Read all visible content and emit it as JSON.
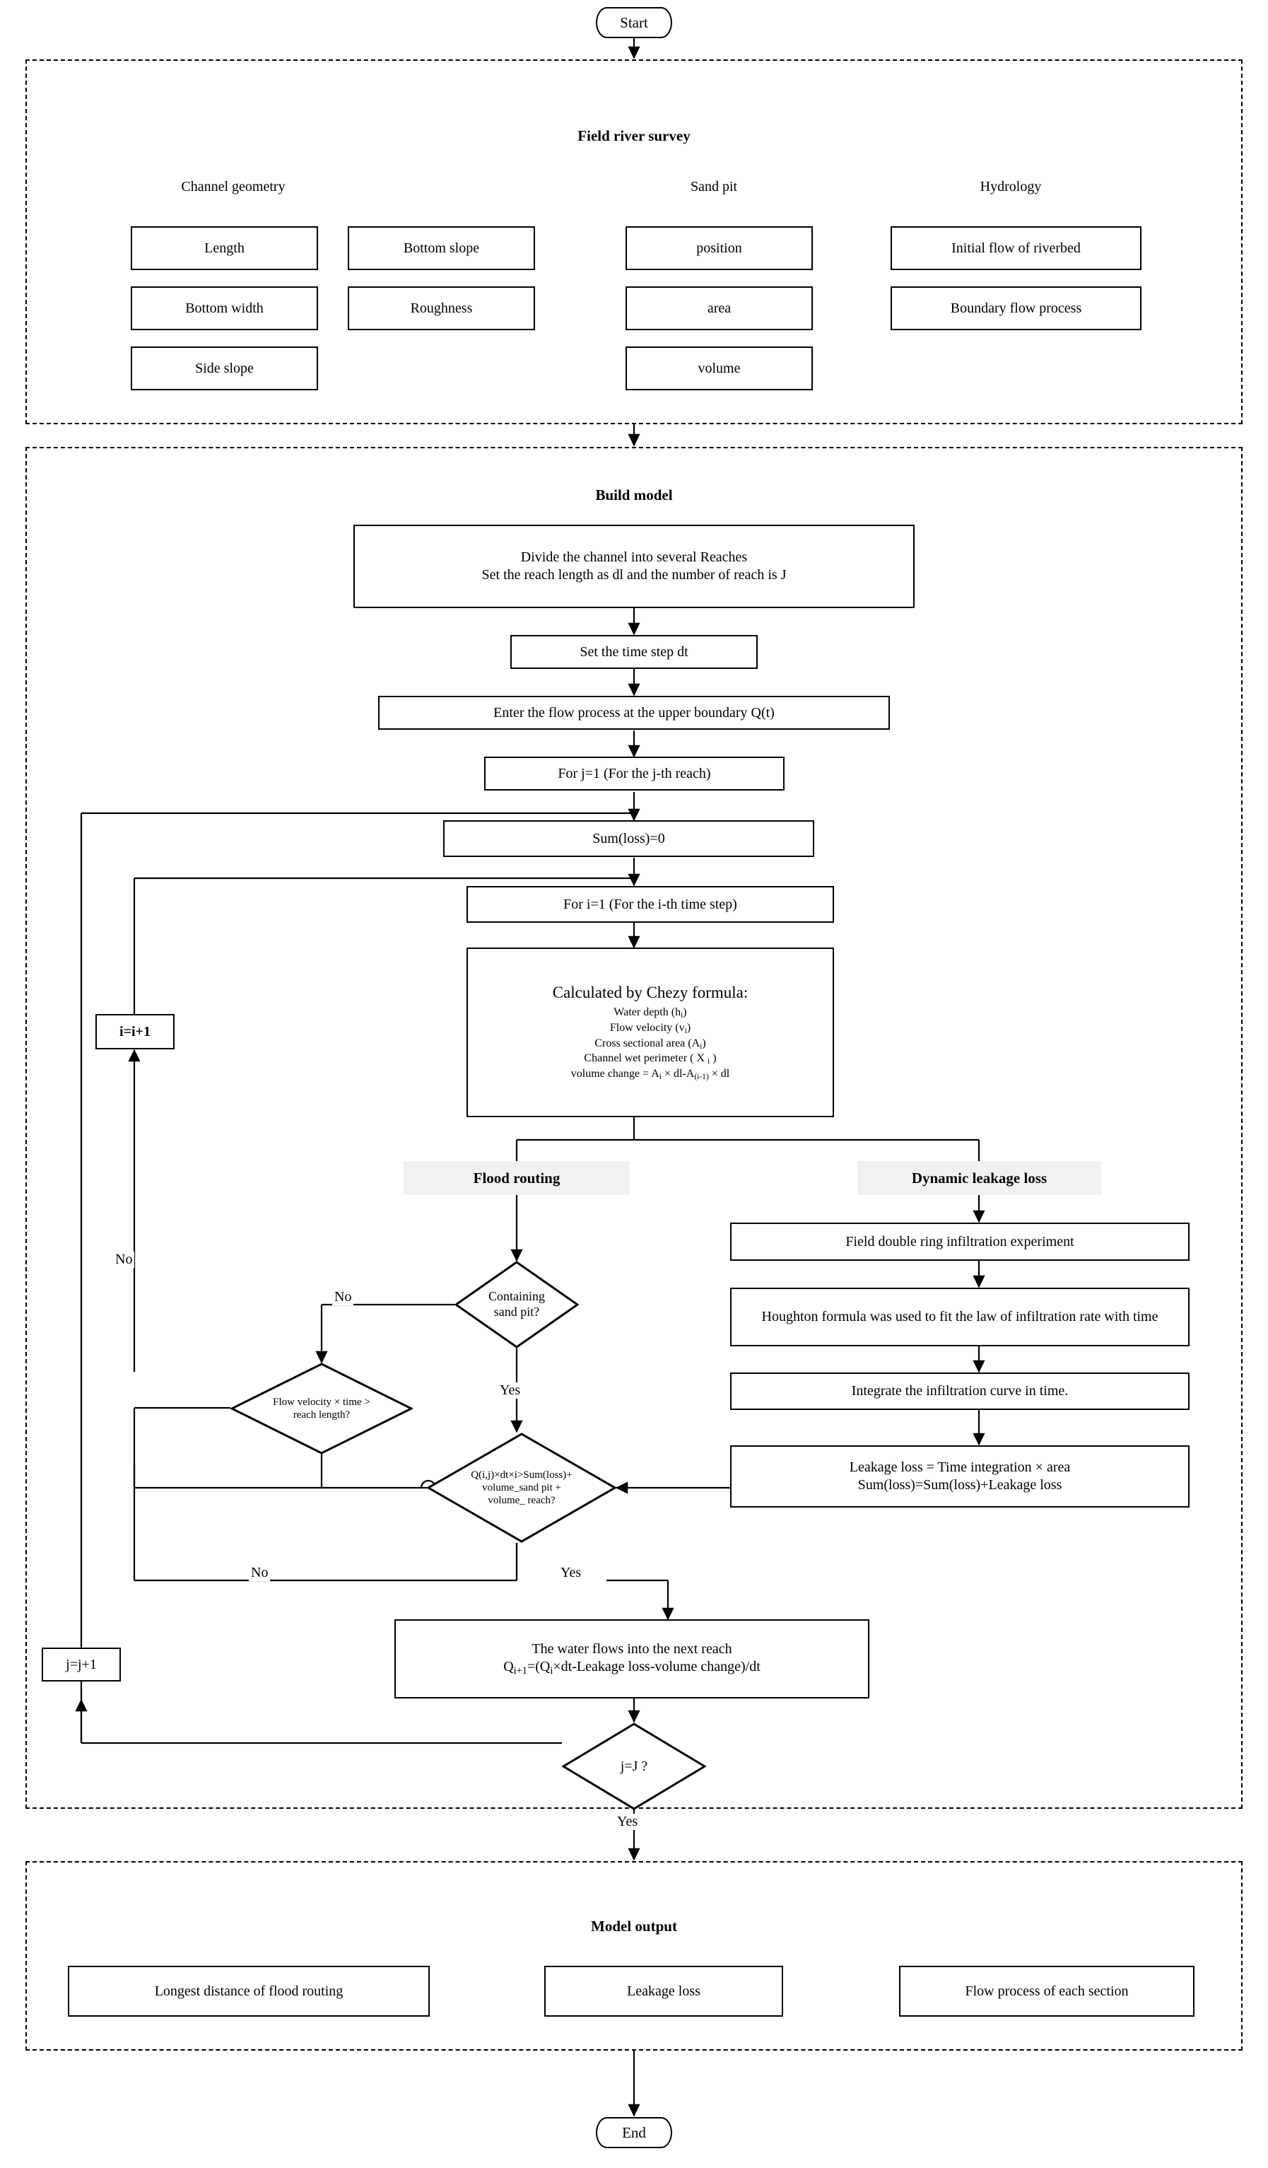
{
  "diagram": {
    "title": "Flood routing and dynamic leakage loss model flowchart",
    "start_label": "Start",
    "end_label": "End",
    "colors": {
      "line": "#000000",
      "shade": "#f1f1f1",
      "background": "#ffffff"
    }
  },
  "sections": {
    "field_survey": {
      "title": "Field river survey",
      "groups": [
        {
          "title": "Channel geometry",
          "items": [
            "Length",
            "Bottom slope",
            "Bottom width",
            "Roughness",
            "Side slope"
          ]
        },
        {
          "title": "Sand pit",
          "items": [
            "position",
            "area",
            "volume"
          ]
        },
        {
          "title": "Hydrology",
          "items": [
            "Initial flow of riverbed",
            "Boundary flow process"
          ]
        }
      ]
    },
    "build_model": {
      "title": "Build model",
      "nodes": {
        "divide_channel_l1": "Divide the channel  into several Reaches",
        "divide_channel_l2": "Set the reach length  as dl and the number of reach is J",
        "set_time_step": "Set the time step dt",
        "enter_flow": "Enter the flow process at the upper boundary Q(t)",
        "for_j": "For  j=1  (For the j-th reach)",
        "sum_loss_zero": "Sum(loss)=0",
        "for_i": "For  i=1 (For the i-th time step)",
        "chezy_title": "Calculated by Chezy  formula:",
        "chezy_lines": [
          "Water depth (h",
          "Flow velocity (v",
          "Cross sectional area (A",
          "Channel wet perimeter ( χ ",
          "volume change = A"
        ],
        "i_increment": "i=i+1",
        "j_increment": "j=j+1",
        "next_reach_l1": "The water flows into the next reach",
        "j_eq_J": "j=J ?"
      },
      "branches": {
        "flood_routing": {
          "label": "Flood routing",
          "decisions": {
            "containing_sand_pit": "Containing<br>sand pit?",
            "flow_velocity": "Flow velocity × time &gt;<br>reach length?",
            "q_condition": "Q(i,j)×dt×i&gt;Sum(loss)+<br>volume_sand pit +<br>volume_ reach?"
          }
        },
        "leakage_loss": {
          "label": "Dynamic leakage loss",
          "steps": [
            "Field double ring infiltration experiment",
            "Houghton formula was used to fit the law of infiltration rate with time",
            "Integrate the infiltration curve in time.",
            "Leakage loss = Time integration × area"
          ],
          "step4_line2": "Sum(loss)=Sum(loss)+Leakage loss"
        }
      }
    },
    "model_output": {
      "title": "Model output",
      "items": [
        "Longest distance of flood routing",
        "Leakage loss",
        "Flow process of each section"
      ]
    }
  },
  "edge_labels": {
    "no_1": "No",
    "no_2": "No",
    "no_3": "No",
    "yes_1": "Yes",
    "yes_2": "Yes",
    "yes_3": "Yes"
  }
}
